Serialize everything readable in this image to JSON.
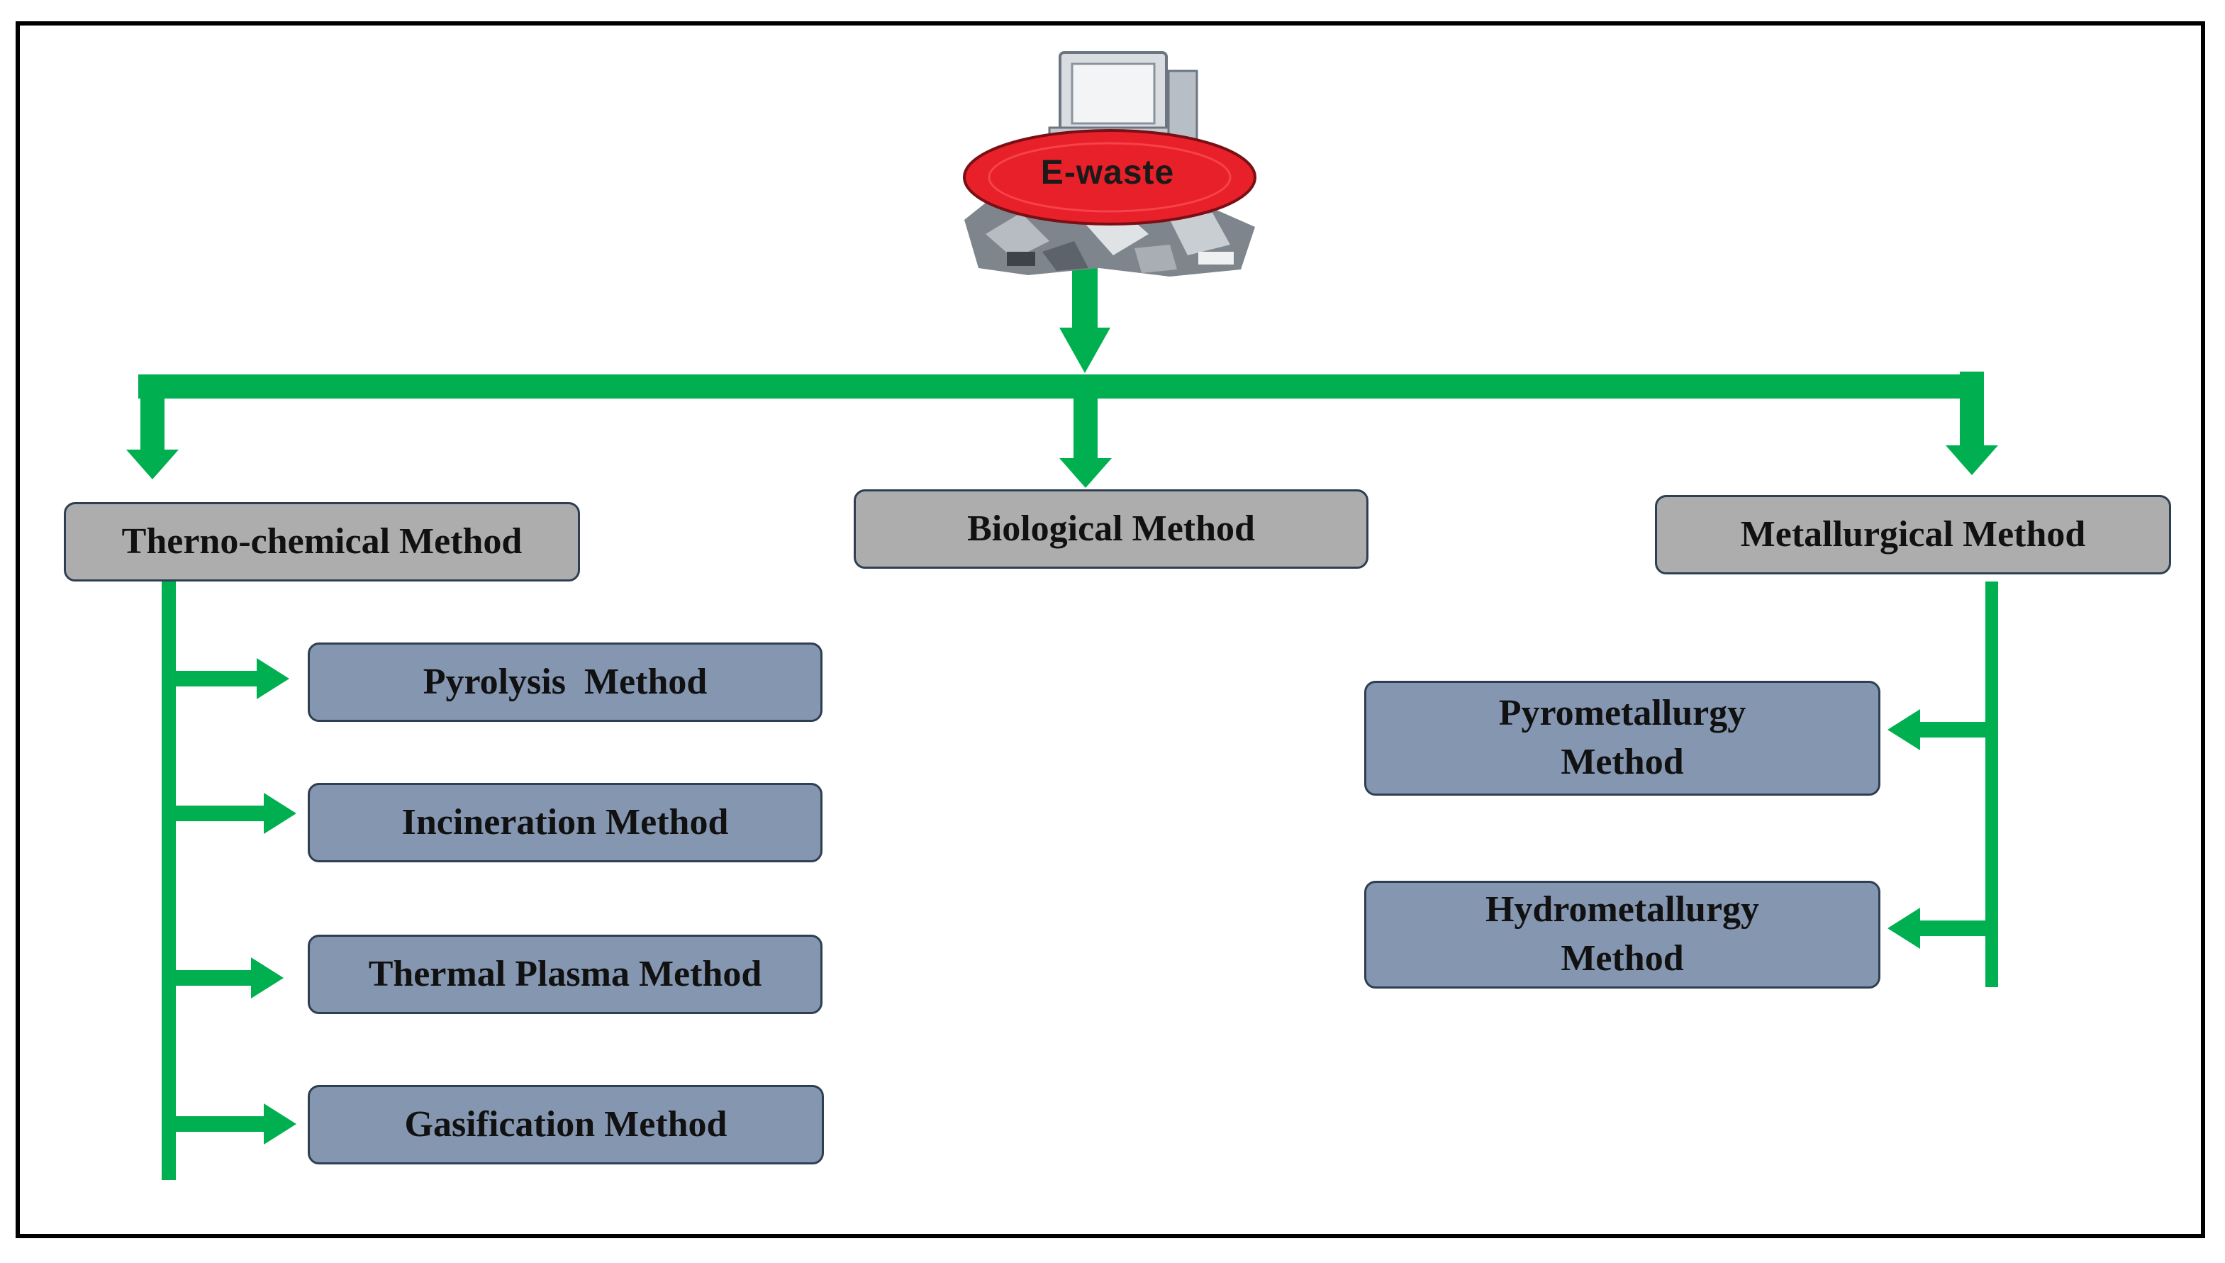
{
  "root": {
    "label": "E-waste"
  },
  "categories": {
    "thermochemical": "Therno-chemical Method",
    "biological": "Biological Method",
    "metallurgical": "Metallurgical Method"
  },
  "thermochemical_methods": [
    "Pyrolysis  Method",
    "Incineration Method",
    "Thermal Plasma Method",
    "Gasification Method"
  ],
  "metallurgical_methods": [
    {
      "line1": "Pyrometallurgy",
      "line2": "Method"
    },
    {
      "line1": "Hydrometallurgy",
      "line2": "Method"
    }
  ],
  "colors": {
    "arrow": "#00b050",
    "category_box": "#adadad",
    "method_box": "#8496b0",
    "ewaste_ellipse": "#e8202a"
  }
}
